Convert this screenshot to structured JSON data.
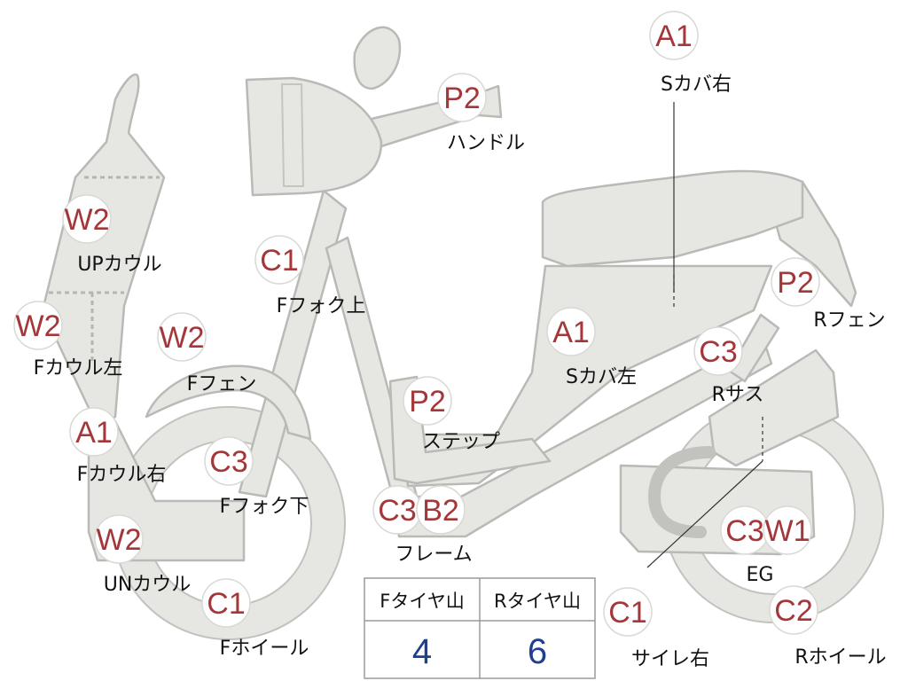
{
  "markers": [
    {
      "code": "A1",
      "label": "Sカバ右"
    },
    {
      "code": "P2",
      "label": "ハンドル"
    },
    {
      "code": "W2",
      "label": "UPカウル"
    },
    {
      "code": "C1",
      "label": "Fフォク上"
    },
    {
      "code": "P2",
      "label": "Rフェン"
    },
    {
      "code": "W2",
      "label": "Fカウル左"
    },
    {
      "code": "W2",
      "label": "Fフェン"
    },
    {
      "code": "A1",
      "label": "Sカバ左"
    },
    {
      "code": "C3",
      "label": "Rサス"
    },
    {
      "code": "P2",
      "label": "ステップ"
    },
    {
      "code": "A1",
      "label": "Fカウル右"
    },
    {
      "code": "C3",
      "label": "Fフォク下"
    },
    {
      "code": "C3",
      "label": ""
    },
    {
      "code": "B2",
      "label": "フレーム"
    },
    {
      "code": "W2",
      "label": "UNカウル"
    },
    {
      "code": "C3",
      "label": ""
    },
    {
      "code": "W1",
      "label": "EG"
    },
    {
      "code": "C1",
      "label": "Fホイール"
    },
    {
      "code": "C1",
      "label": "サイレ右"
    },
    {
      "code": "C2",
      "label": "Rホイール"
    }
  ],
  "tire_table": {
    "headers": [
      "Fタイヤ山",
      "Rタイヤ山"
    ],
    "values": [
      "4",
      "6"
    ]
  },
  "colors": {
    "marker_text": "#a4373a",
    "table_value": "#1f3f8f",
    "part_fill": "#e6e6e3"
  }
}
